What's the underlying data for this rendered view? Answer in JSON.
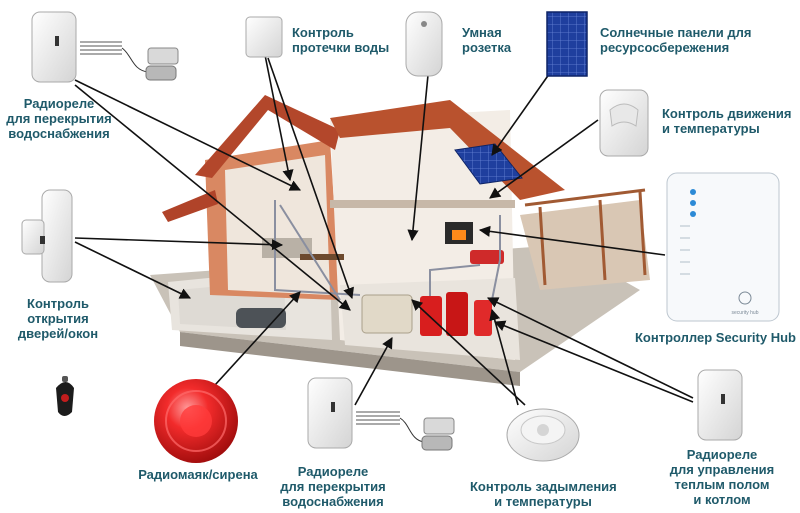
{
  "colors": {
    "label": "#1f5a6a",
    "arrow": "#111111",
    "roof": "#b3472b",
    "wall": "#e6ddd2",
    "accent_red": "#d81e1e",
    "solar": "#1d3d9c",
    "device": "#f1f1f1"
  },
  "devices": [
    {
      "id": "radio-relay-water-top",
      "icon": "relay-sensor-icon",
      "lines": [
        "Радиореле",
        "для перекрытия",
        "водоснабжения"
      ]
    },
    {
      "id": "water-leak-control",
      "icon": "leak-sensor-icon",
      "lines": [
        "Контроль",
        "протечки воды"
      ]
    },
    {
      "id": "smart-socket",
      "icon": "smart-plug-icon",
      "lines": [
        "Умная",
        "розетка"
      ]
    },
    {
      "id": "solar-panels",
      "icon": "solar-panel-icon",
      "lines": [
        "Солнечные панели для",
        "ресурсосбережения"
      ]
    },
    {
      "id": "motion-temperature-control",
      "icon": "motion-sensor-icon",
      "lines": [
        "Контроль движения",
        "и температуры"
      ]
    },
    {
      "id": "security-hub-controller",
      "icon": "hub-controller-icon",
      "lines": [
        "Контроллер Security  Hub"
      ],
      "brand": "security hub"
    },
    {
      "id": "door-window-control",
      "icon": "door-sensor-icon",
      "lines": [
        "Контроль",
        "открытия",
        "дверей/окон"
      ]
    },
    {
      "id": "key-fob",
      "icon": "key-fob-icon",
      "lines": []
    },
    {
      "id": "radio-siren",
      "icon": "siren-icon",
      "lines": [
        "Радиомаяк/сирена"
      ]
    },
    {
      "id": "radio-relay-water-bottom",
      "icon": "relay-sensor-icon",
      "lines": [
        "Радиореле",
        "для перекрытия",
        "водоснабжения"
      ]
    },
    {
      "id": "smoke-temperature-control",
      "icon": "smoke-detector-icon",
      "lines": [
        "Контроль задымления",
        "и температуры"
      ]
    },
    {
      "id": "radio-relay-heating",
      "icon": "relay-sensor-icon",
      "lines": [
        "Радиореле",
        "для управления",
        "теплым полом",
        "и котлом"
      ]
    }
  ]
}
